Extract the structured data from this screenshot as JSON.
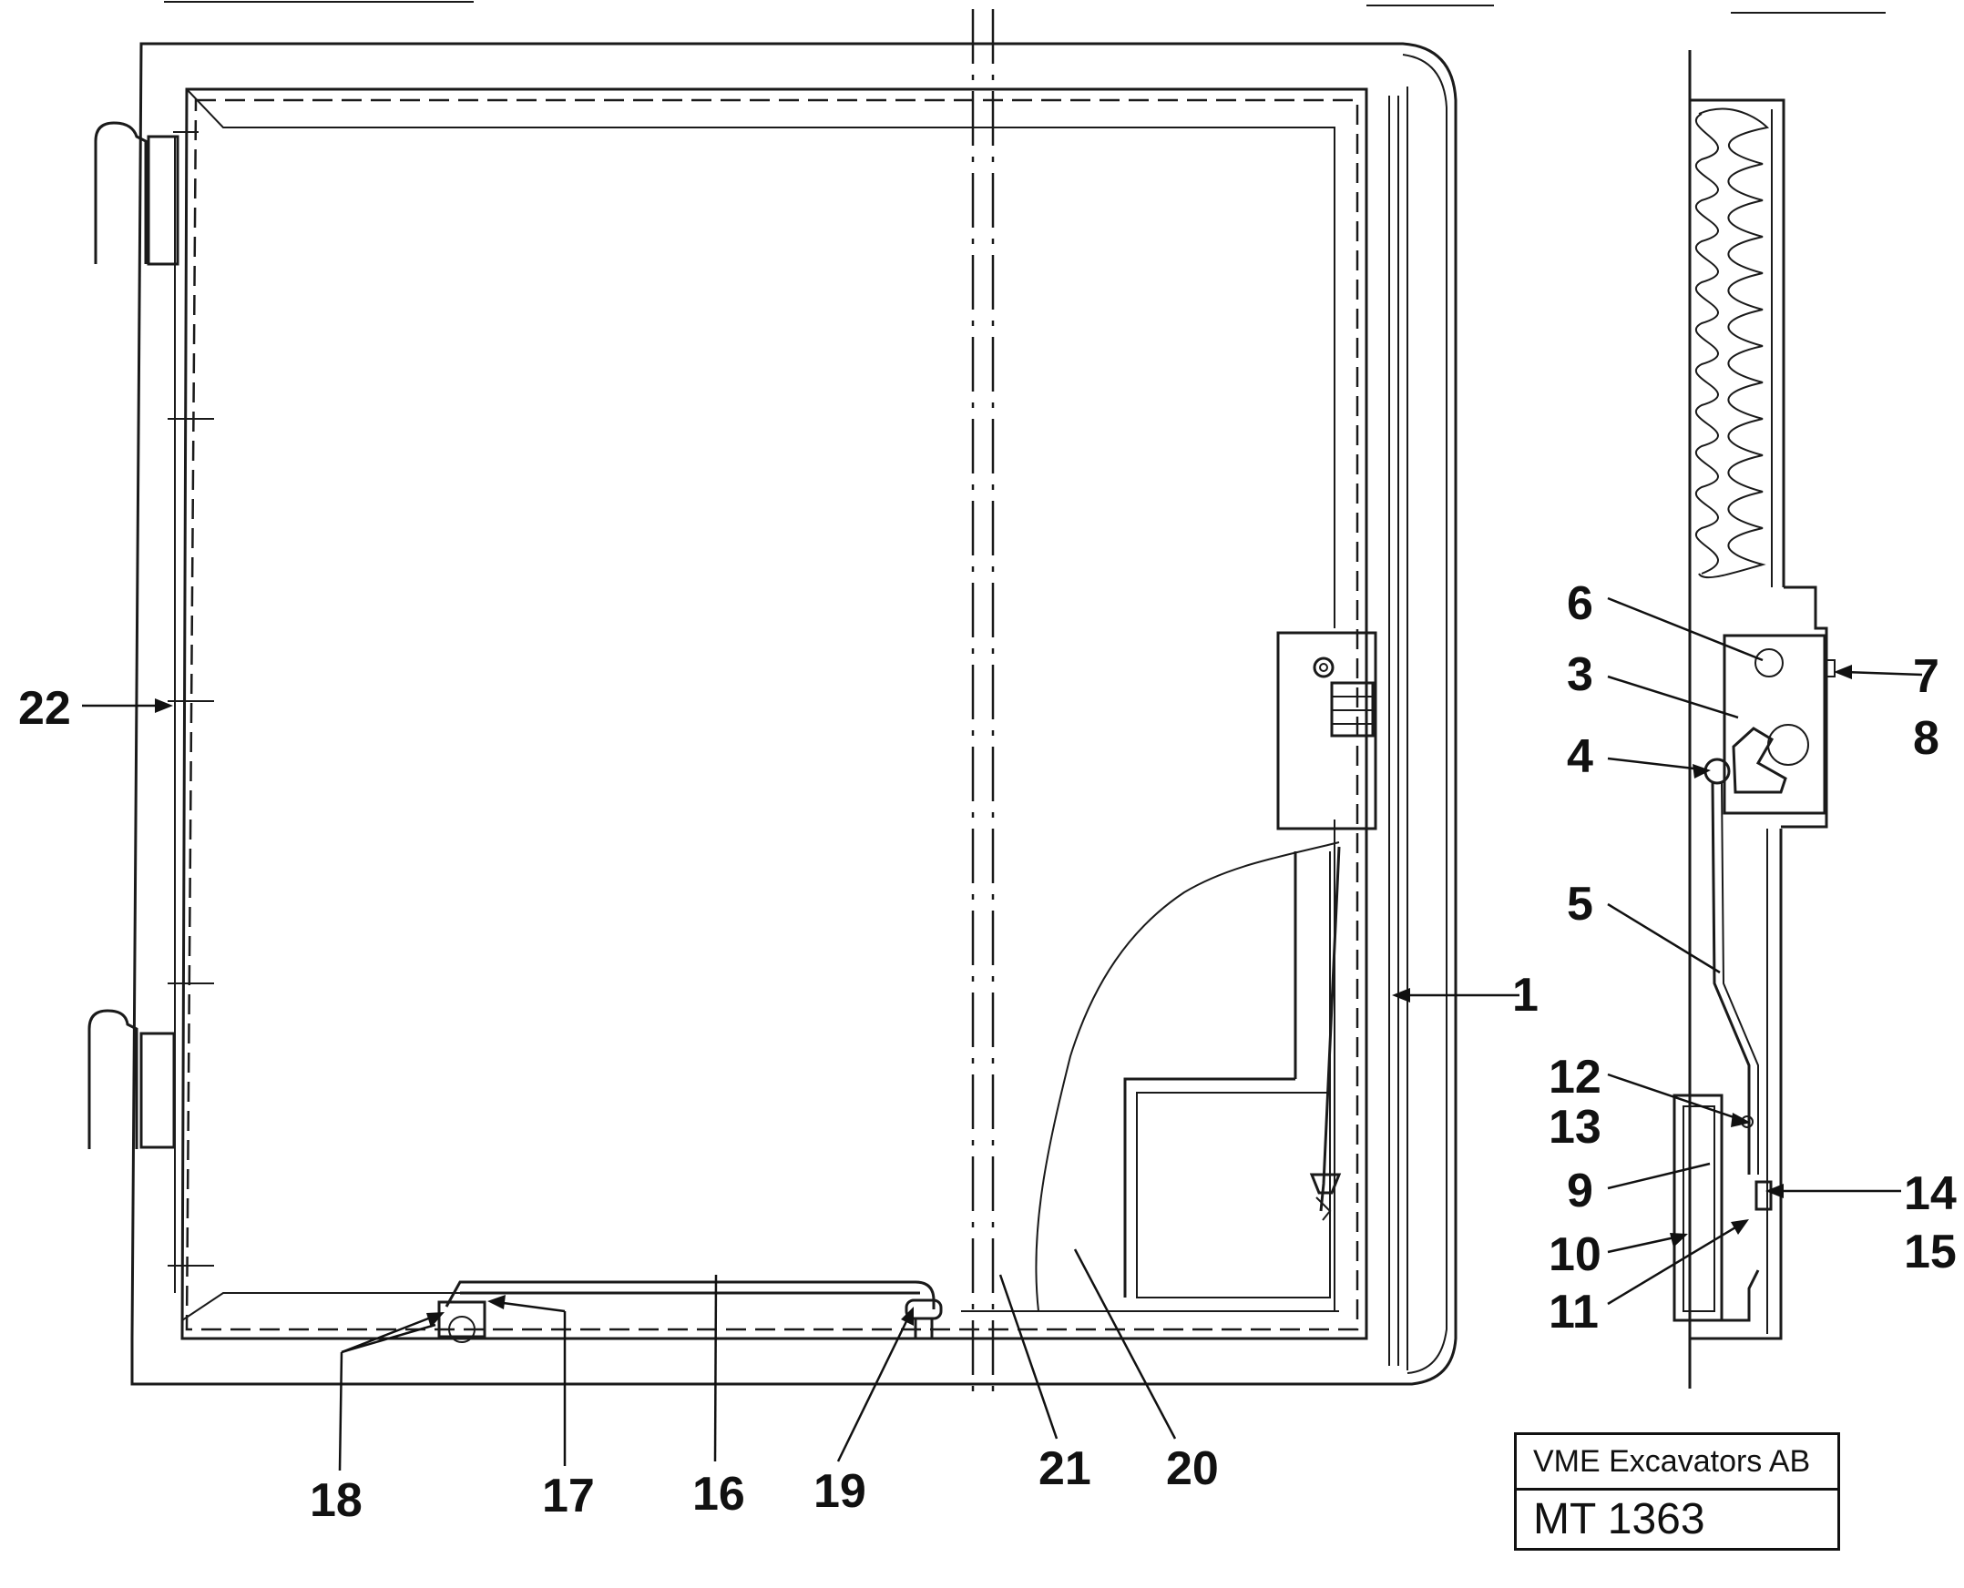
{
  "diagram": {
    "callouts": {
      "c1": "1",
      "c3": "3",
      "c4": "4",
      "c5": "5",
      "c6": "6",
      "c7": "7",
      "c8": "8",
      "c9": "9",
      "c10": "10",
      "c11": "11",
      "c12": "12",
      "c13": "13",
      "c14": "14",
      "c15": "15",
      "c16": "16",
      "c17": "17",
      "c18": "18",
      "c19": "19",
      "c20": "20",
      "c21": "21",
      "c22": "22"
    }
  },
  "title_block": {
    "company": "VME Excavators AB",
    "drawing_number": "MT 1363"
  }
}
